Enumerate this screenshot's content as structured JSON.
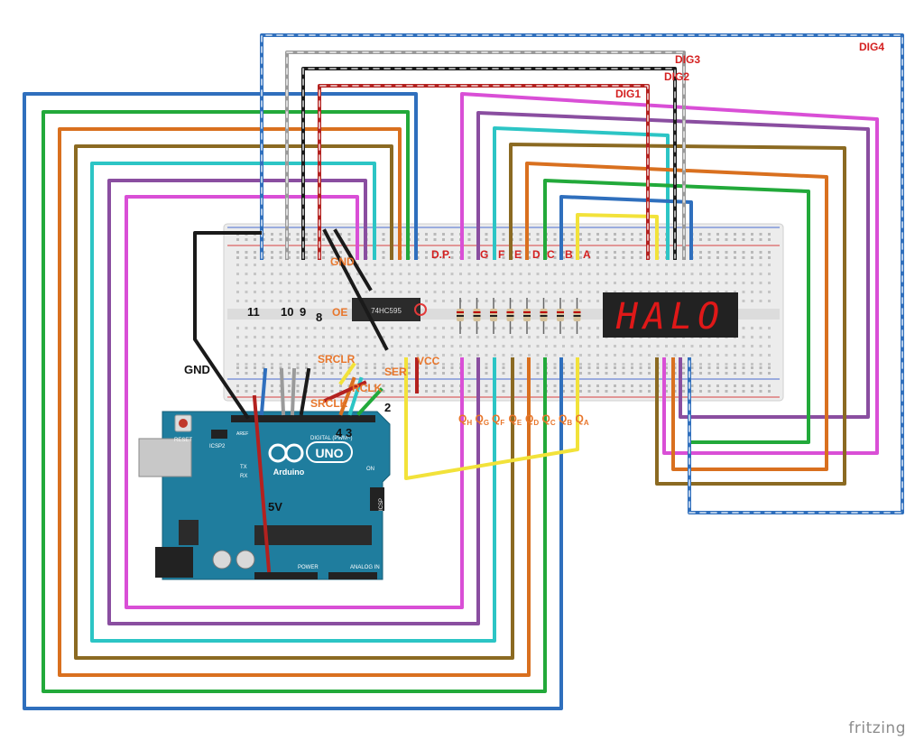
{
  "credit": "fritzing",
  "chip_label": "74HC595",
  "display_text": "HALO",
  "pin_labels": {
    "p11": "11",
    "p10": "10",
    "p9": "9",
    "p8": "8",
    "p4": "4",
    "p3": "3",
    "p2": "2",
    "gnd": "GND",
    "v5": "5V"
  },
  "chip_pin_labels": {
    "gnd": "GND",
    "oe": "OE",
    "srclr": "SRCLR",
    "ser": "SER",
    "rclk": "RCLK",
    "srclk": "SRCLK",
    "vcc": "VCC"
  },
  "segment_labels": [
    "D.P.",
    "G",
    "F",
    "E",
    "D",
    "C",
    "B",
    "A"
  ],
  "output_labels": [
    {
      "main": "Q",
      "sub": "H"
    },
    {
      "main": "Q",
      "sub": "G"
    },
    {
      "main": "Q",
      "sub": "F"
    },
    {
      "main": "Q",
      "sub": "E"
    },
    {
      "main": "Q",
      "sub": "D"
    },
    {
      "main": "Q",
      "sub": "C"
    },
    {
      "main": "Q",
      "sub": "B"
    },
    {
      "main": "Q",
      "sub": "A"
    }
  ],
  "digit_labels": {
    "dig1": "DIG1",
    "dig2": "DIG2",
    "dig3": "DIG3",
    "dig4": "DIG4"
  },
  "board": {
    "model": "UNO",
    "brand": "Arduino",
    "reset": "RESET",
    "icsp2": "ICSP2",
    "icsp": "ICSP",
    "on": "ON",
    "tx": "TX",
    "rx": "RX",
    "digital": "DIGITAL (PWM~)",
    "power": "POWER",
    "analog": "ANALOG IN",
    "aref": "AREF"
  },
  "colors": {
    "blue": "#2f6fbd",
    "green": "#22a93a",
    "orange": "#d9701f",
    "olive": "#8b6a22",
    "cyan": "#2cc5c5",
    "purple": "#8a4ea0",
    "magenta": "#d94fd6",
    "yellow": "#f2e23a",
    "red": "#b3211f",
    "black": "#1a1a1a",
    "gray": "#9a9a9a",
    "board": "#1f7d9e"
  }
}
